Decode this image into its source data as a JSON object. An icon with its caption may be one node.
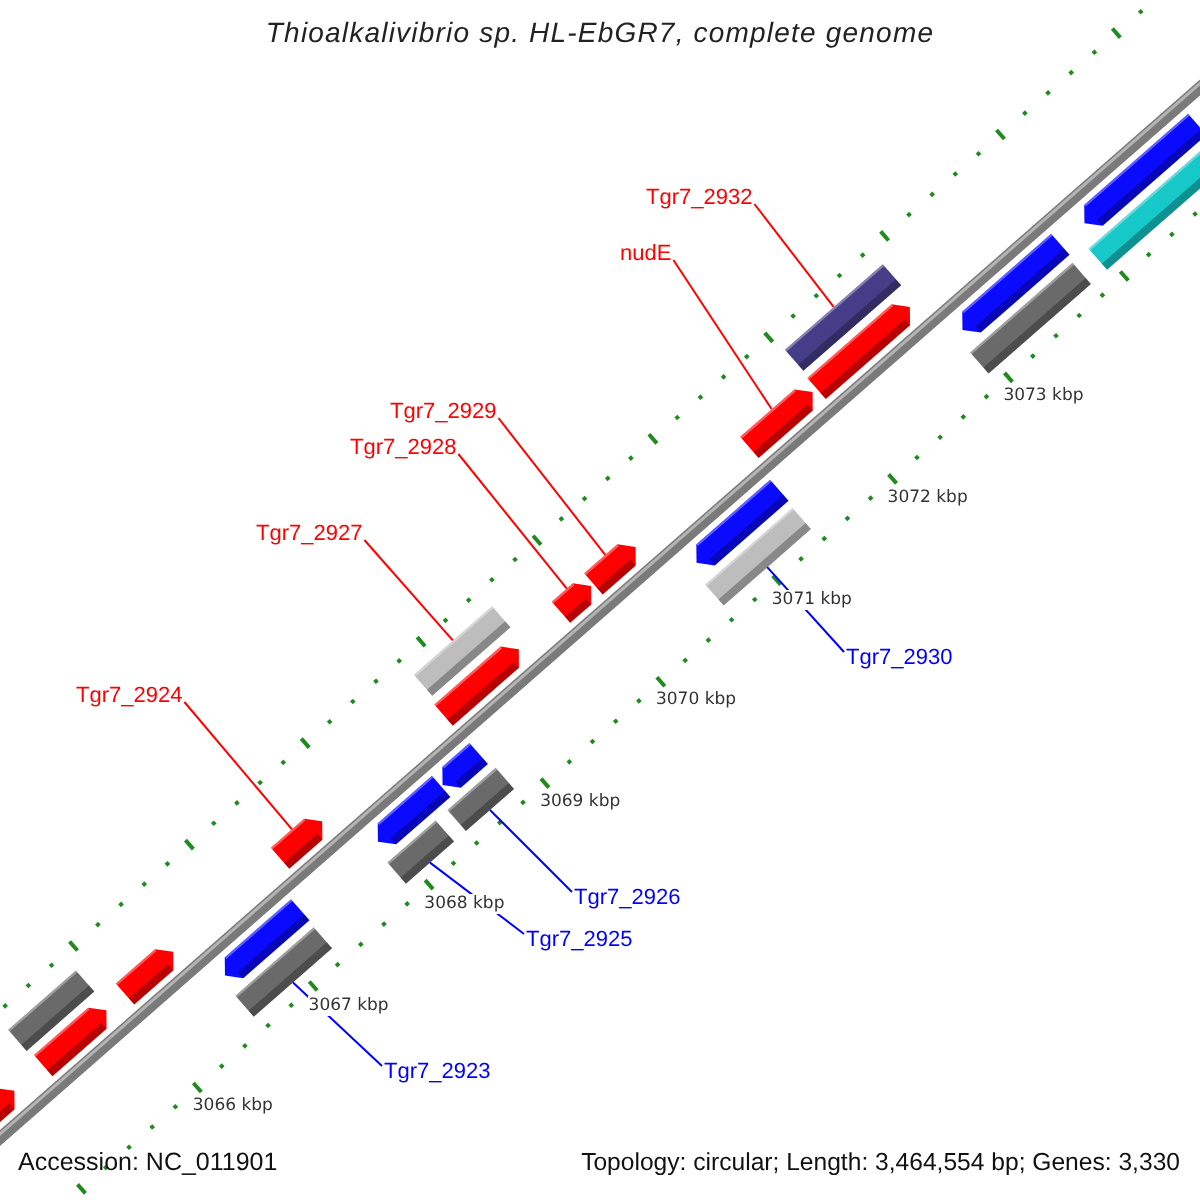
{
  "diagram": {
    "title": "Thioalkalivibrio sp. HL-EbGR7, complete genome",
    "nodes": [
      {
        "text": [
          "Tgr7_2932"
        ]
      },
      {
        "text": [
          "nudE"
        ]
      },
      {
        "text": [
          "Tgr7_2929"
        ]
      },
      {
        "text": [
          "Tgr7_2928"
        ]
      },
      {
        "text": [
          "Tgr7_2927"
        ]
      },
      {
        "text": [
          "Tgr7_2924"
        ]
      },
      {
        "text": [
          "Tgr7_2930"
        ]
      },
      {
        "text": [
          "Tgr7_2926"
        ]
      },
      {
        "text": [
          "Tgr7_2925"
        ]
      },
      {
        "text": [
          "Tgr7_2923"
        ]
      },
      {
        "text": [],
        "shape": "pentagon"
      },
      {
        "text": [],
        "shape": "bar"
      },
      {
        "text": [],
        "shape": "pentagon"
      },
      {
        "text": [],
        "shape": "pentagon"
      },
      {
        "text": [],
        "shape": "pentagon"
      },
      {
        "text": [],
        "shape": "bar"
      },
      {
        "text": [],
        "shape": "pentagon"
      },
      {
        "text": [],
        "shape": "pentagon"
      },
      {
        "text": [],
        "shape": "bar"
      },
      {
        "text": [],
        "shape": "bar"
      },
      {
        "text": [],
        "shape": "pentagon"
      },
      {
        "text": [],
        "shape": "pentagon"
      },
      {
        "text": [],
        "shape": "bar"
      },
      {
        "text": [],
        "shape": "pentagon"
      },
      {
        "text": [],
        "shape": "pentagon"
      },
      {
        "text": [],
        "shape": "pentagon"
      },
      {
        "text": [],
        "shape": "bar"
      },
      {
        "text": [],
        "shape": "pentagon"
      },
      {
        "text": [],
        "shape": "bar"
      },
      {
        "text": [],
        "shape": "pentagon"
      },
      {
        "text": [],
        "shape": "pentagon"
      },
      {
        "text": [],
        "shape": "bar"
      },
      {
        "text": [],
        "shape": "pentagon"
      },
      {
        "text": [],
        "shape": "bar"
      }
    ],
    "edges": [
      {
        "from": 0,
        "to": 28,
        "arrow": "none"
      },
      {
        "from": 1,
        "to": 27,
        "arrow": "none"
      },
      {
        "from": 2,
        "to": 24,
        "arrow": "none"
      },
      {
        "from": 3,
        "to": 23,
        "arrow": "none"
      },
      {
        "from": 4,
        "to": 19,
        "arrow": "none"
      },
      {
        "from": 5,
        "to": 16,
        "arrow": "none"
      },
      {
        "from": 6,
        "to": 26,
        "arrow": "none",
        "color": "#0000ff"
      },
      {
        "from": 7,
        "to": 22,
        "arrow": "none",
        "color": "#0000ff"
      },
      {
        "from": 8,
        "to": 18,
        "arrow": "none",
        "color": "#0000ff"
      },
      {
        "from": 9,
        "to": 15,
        "arrow": "none",
        "color": "#0000ff"
      }
    ],
    "labels": [
      "3066 kbp",
      "3067 kbp",
      "3068 kbp",
      "3069 kbp",
      "3070 kbp",
      "3071 kbp",
      "3072 kbp",
      "3073 kbp",
      "Accession: NC_011901",
      "Topology: circular; Length: 3,464,554 bp; Genes: 3,330"
    ]
  }
}
